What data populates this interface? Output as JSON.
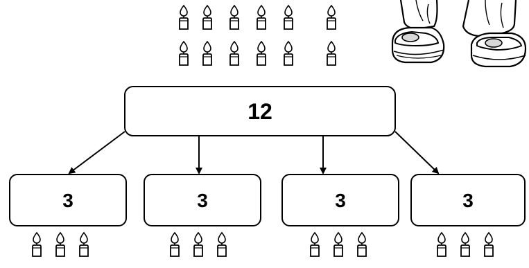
{
  "diagram": {
    "total": {
      "label": "12",
      "candle_count": 12
    },
    "parts": [
      {
        "label": "3",
        "candle_count": 3
      },
      {
        "label": "3",
        "candle_count": 3
      },
      {
        "label": "3",
        "candle_count": 3
      },
      {
        "label": "3",
        "candle_count": 3
      }
    ],
    "decoration": {
      "icon": "boots-illustration-icon"
    },
    "candle_icon": "candle-icon",
    "colors": {
      "stroke": "#000000",
      "background": "#ffffff"
    }
  }
}
